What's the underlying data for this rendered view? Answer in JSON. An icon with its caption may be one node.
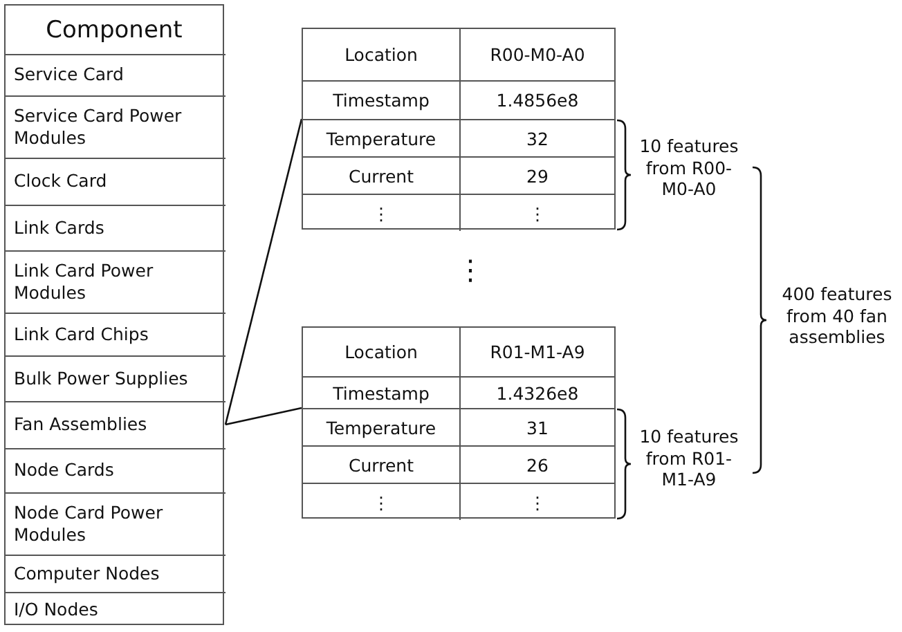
{
  "diagram": {
    "nodes": [
      {
        "text": [
          "Component"
        ]
      },
      {
        "text": [
          "Service Card"
        ],
        "in": 0
      },
      {
        "text": [
          "Service Card Power Modules"
        ],
        "in": 0
      },
      {
        "text": [
          "Clock Card"
        ],
        "in": 0
      },
      {
        "text": [
          "Link Cards"
        ],
        "in": 0
      },
      {
        "text": [
          "Link Card Power Modules"
        ],
        "in": 0
      },
      {
        "text": [
          "Link Card Chips"
        ],
        "in": 0
      },
      {
        "text": [
          "Bulk Power Supplies"
        ],
        "in": 0
      },
      {
        "text": [
          "Fan Assemblies"
        ],
        "in": 0
      },
      {
        "text": [
          "Node Cards"
        ],
        "in": 0
      },
      {
        "text": [
          "Node Card Power Modules"
        ],
        "in": 0
      },
      {
        "text": [
          "Computer Nodes"
        ],
        "in": 0
      },
      {
        "text": [
          "I/O Nodes"
        ],
        "in": 0
      },
      {
        "text": [],
        "shape": "box"
      },
      {
        "text": [],
        "shape": "box"
      }
    ],
    "edges": [
      {
        "from": 8,
        "to": 13,
        "arrow": "none"
      },
      {
        "from": 8,
        "to": 14,
        "arrow": "none"
      }
    ],
    "labels": [
      "Location",
      "R00-M0-A0",
      "Timestamp",
      "1.4856e8",
      "Temperature",
      "32",
      "Current",
      "29",
      "⋮",
      "⋮",
      "10 features from R00-M0-A0",
      "⋮",
      "Location",
      "R01-M1-A9",
      "Timestamp",
      "1.4326e8",
      "Temperature",
      "31",
      "Current",
      "26",
      "⋮",
      "⋮",
      "10 features from R01-M1-A9",
      "400 features from 40 fan assemblies"
    ]
  }
}
